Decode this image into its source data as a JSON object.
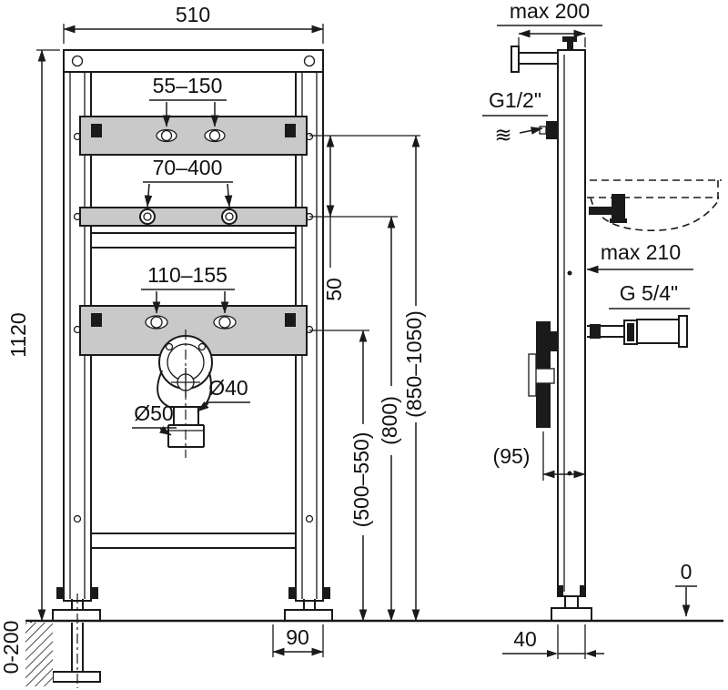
{
  "front_view": {
    "width": "510",
    "height": "1120",
    "foot_adjust": "0-200",
    "tap_hole_spacing": "55–150",
    "bracket_spacing": "70–400",
    "lower_hole_spacing": "110–155",
    "drain_diameter_small": "Ø40",
    "drain_diameter_large": "Ø50",
    "offset_50": "50",
    "height_siphon": "(500–550)",
    "height_bracket": "(800)",
    "height_taps": "(850–1050)",
    "foot_offset": "90"
  },
  "side_view": {
    "wall_distance": "max 200",
    "water_connection": "G1/2\"",
    "water_symbol": "≋",
    "basin_distance": "max 210",
    "drain_connection": "G 5/4\"",
    "pipe_offset": "(95)",
    "profile_depth": "40",
    "floor_level": "0"
  },
  "colors": {
    "line": "#1a1a1a",
    "plate_fill": "#c9c9c9",
    "background": "#ffffff"
  }
}
